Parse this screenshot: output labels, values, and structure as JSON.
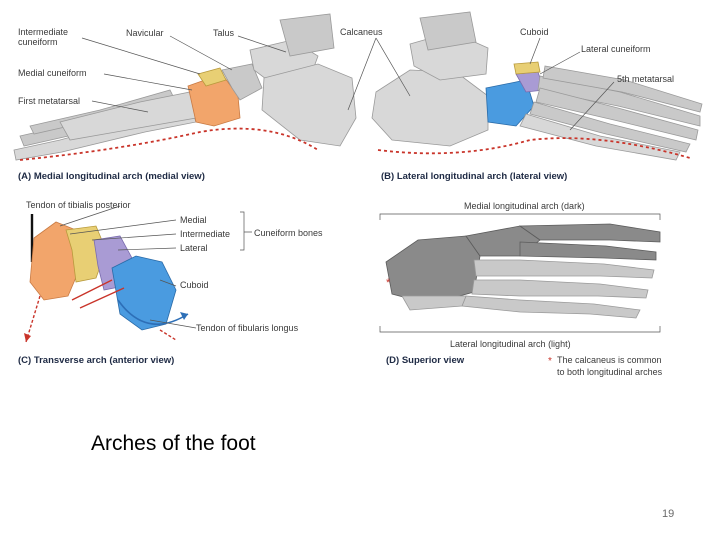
{
  "slide": {
    "title": "Arches of the foot",
    "page_number": "19"
  },
  "panel_a": {
    "caption": "(A) Medial longitudinal arch (medial view)",
    "labels": {
      "intermediate_cuneiform": [
        "Intermediate",
        "cuneiform"
      ],
      "navicular": "Navicular",
      "talus": "Talus",
      "medial_cuneiform": "Medial cuneiform",
      "first_metatarsal": "First metatarsal"
    }
  },
  "panel_b": {
    "caption": "(B) Lateral longitudinal arch (lateral view)",
    "labels": {
      "calcaneus": "Calcaneus",
      "cuboid": "Cuboid",
      "lateral_cuneiform": "Lateral cuneiform",
      "fifth_metatarsal": "5th metatarsal"
    }
  },
  "panel_c": {
    "caption": "(C) Transverse arch (anterior view)",
    "labels": {
      "tendon_tibialis": "Tendon of tibialis posterior",
      "medial": "Medial",
      "intermediate": "Intermediate",
      "lateral": "Lateral",
      "cuneiform_bones": "Cuneiform bones",
      "cuboid": "Cuboid",
      "tendon_fibularis": "Tendon of fibularis longus"
    }
  },
  "panel_d": {
    "caption": "(D) Superior view",
    "labels": {
      "medial_arch": "Medial longitudinal arch (dark)",
      "lateral_arch": "Lateral longitudinal arch (light)",
      "asterisk": "*",
      "note": [
        "The calcaneus is common",
        "to both longitudinal arches"
      ]
    }
  },
  "colors": {
    "medial_cuneiform": "#f2a56b",
    "intermediate_cuneiform": "#e8cf74",
    "lateral_cuneiform": "#a99bd4",
    "cuboid": "#4a9be0",
    "arch_line": "#c9342a",
    "caption_text": "#1e2a44"
  }
}
